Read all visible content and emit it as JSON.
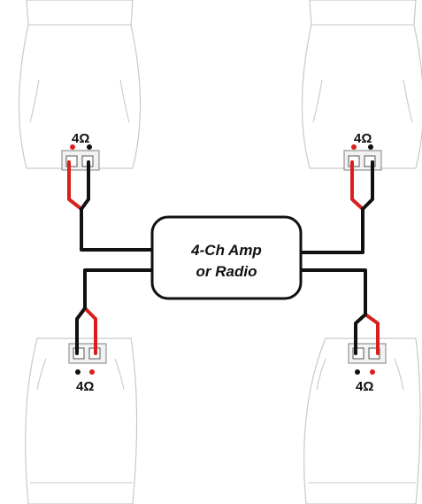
{
  "amp": {
    "line1": "4-Ch Amp",
    "line2": "or Radio"
  },
  "speakers": [
    {
      "position": "top-left",
      "impedance": "4Ω"
    },
    {
      "position": "top-right",
      "impedance": "4Ω"
    },
    {
      "position": "bottom-left",
      "impedance": "4Ω"
    },
    {
      "position": "bottom-right",
      "impedance": "4Ω"
    }
  ],
  "colors": {
    "positive": "#d8201c",
    "negative": "#111111",
    "wire": "#111111",
    "outline": "#c9c9c9"
  }
}
